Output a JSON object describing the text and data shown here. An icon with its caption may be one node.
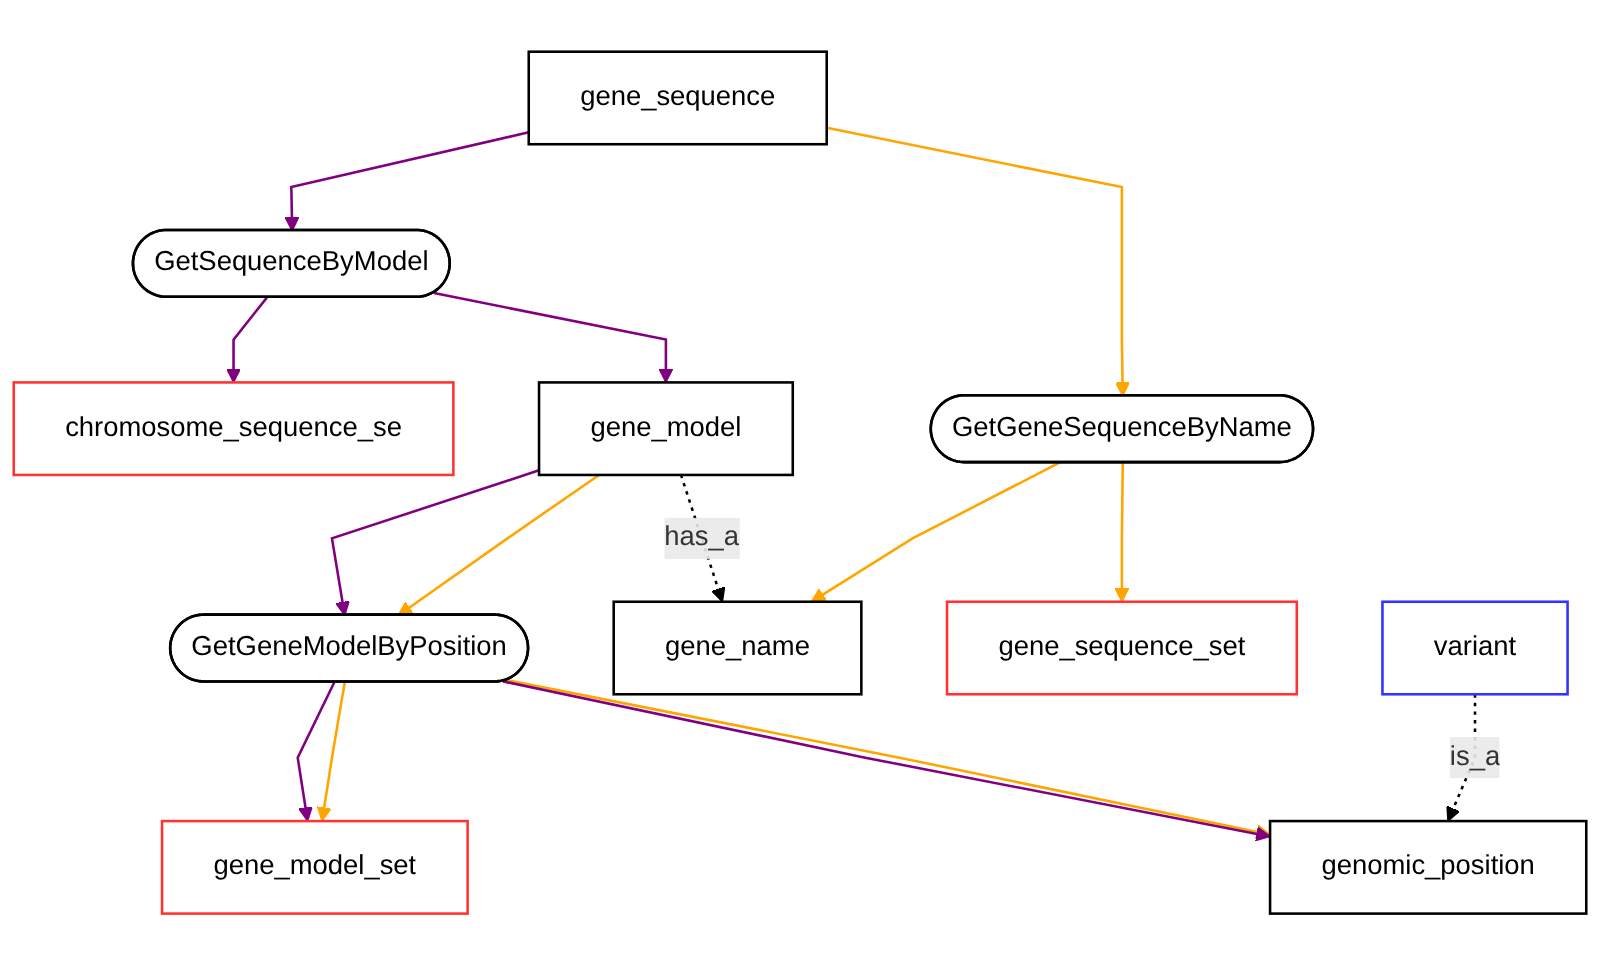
{
  "diagram": {
    "nodes": [
      {
        "text": [
          "gene_sequence"
        ]
      },
      {
        "text": [
          "GetGeneSequenceByName"
        ]
      },
      {
        "text": [
          "GetSequenceByModel"
        ]
      },
      {
        "text": [
          "gene_sequence_set"
        ]
      },
      {
        "text": [
          "gene_name"
        ]
      },
      {
        "text": [
          "gene_model"
        ]
      },
      {
        "text": [
          "chromosome_sequence_se"
        ]
      },
      {
        "text": [
          "GetGeneModelByPosition"
        ]
      },
      {
        "text": [
          "variant"
        ]
      },
      {
        "text": [
          "genomic_position"
        ]
      },
      {
        "text": [
          "gene_model_set"
        ]
      }
    ],
    "edges": [
      {
        "from": 0,
        "to": 1,
        "arrow": "to",
        "color": "#ffa500"
      },
      {
        "from": 0,
        "to": 2,
        "arrow": "to",
        "color": "#800080"
      },
      {
        "from": 1,
        "to": 3,
        "arrow": "to",
        "color": "#ffa500"
      },
      {
        "from": 1,
        "to": 4,
        "arrow": "to",
        "color": "#ffa500"
      },
      {
        "from": 2,
        "to": 5,
        "arrow": "to",
        "color": "#800080"
      },
      {
        "from": 2,
        "to": 6,
        "arrow": "to",
        "color": "#800080"
      },
      {
        "from": 5,
        "to": 4,
        "arrow": "to",
        "label": "has_a",
        "style": "dashed",
        "color": "#000000"
      },
      {
        "from": 5,
        "to": 7,
        "arrow": "to",
        "color": "#ffa500"
      },
      {
        "from": 5,
        "to": 7,
        "arrow": "to",
        "color": "#800080"
      },
      {
        "from": 7,
        "to": 9,
        "arrow": "to",
        "color": "#ffa500"
      },
      {
        "from": 7,
        "to": 9,
        "arrow": "to",
        "color": "#800080"
      },
      {
        "from": 7,
        "to": 10,
        "arrow": "to",
        "color": "#ffa500"
      },
      {
        "from": 7,
        "to": 10,
        "arrow": "to",
        "color": "#800080"
      },
      {
        "from": 8,
        "to": 9,
        "arrow": "to",
        "label": "is_a",
        "style": "dashed",
        "color": "#000000"
      }
    ]
  }
}
